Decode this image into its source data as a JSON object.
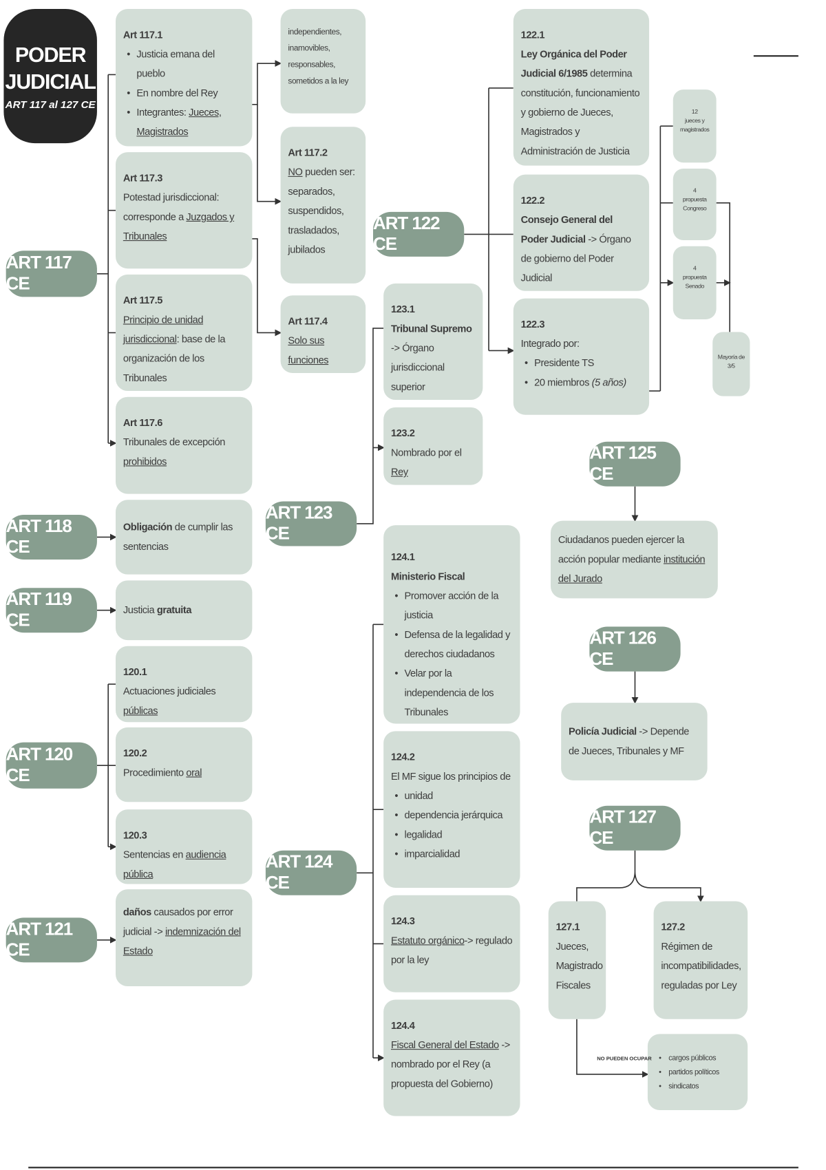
{
  "title": {
    "line1": "PODER",
    "line2": "JUDICIAL",
    "sub": "ART 117 al 127 CE"
  },
  "articles": {
    "a117": "ART 117 CE",
    "a118": "ART 118 CE",
    "a119": "ART 119 CE",
    "a120": "ART 120 CE",
    "a121": "ART 121 CE",
    "a122": "ART 122 CE",
    "a123": "ART 123 CE",
    "a124": "ART 124 CE",
    "a125": "ART 125 CE",
    "a126": "ART 126 CE",
    "a127": "ART 127 CE"
  },
  "boxes": {
    "b117_1": [
      {
        "s": [
          {
            "t": "Art 117.1",
            "b": 1
          }
        ]
      },
      {
        "li": 1,
        "s": [
          {
            "t": "Justicia emana del pueblo"
          }
        ]
      },
      {
        "li": 1,
        "s": [
          {
            "t": "En nombre del Rey"
          }
        ]
      },
      {
        "li": 1,
        "s": [
          {
            "t": "Integrantes: "
          },
          {
            "t": "Jueces, Magistrados",
            "u": 1
          }
        ]
      }
    ],
    "b117_3": [
      {
        "s": [
          {
            "t": "Art 117.3",
            "b": 1
          }
        ]
      },
      {
        "s": [
          {
            "t": "Potestad jurisdiccional: corresponde a "
          },
          {
            "t": "Juzgados y Tribunales",
            "u": 1
          }
        ]
      }
    ],
    "b117_5": [
      {
        "s": [
          {
            "t": "Art 117.5",
            "b": 1
          }
        ]
      },
      {
        "s": [
          {
            "t": "Principio de unidad jurisdiccional",
            "u": 1
          },
          {
            "t": ": base de la organización de los Tribunales"
          }
        ]
      }
    ],
    "b117_6": [
      {
        "s": [
          {
            "t": "Art 117.6",
            "b": 1
          }
        ]
      },
      {
        "s": [
          {
            "t": "Tribunales de excepción "
          },
          {
            "t": "prohibidos",
            "u": 1
          }
        ]
      }
    ],
    "b_indep": [
      {
        "s": [
          {
            "t": "independientes, inamovibles, responsables, sometidos a la ley"
          }
        ]
      }
    ],
    "b117_2": [
      {
        "s": [
          {
            "t": "Art 117.2",
            "b": 1
          }
        ]
      },
      {
        "s": [
          {
            "t": "NO",
            "u": 1
          },
          {
            "t": " pueden ser: separados, suspendidos, trasladados, jubilados"
          }
        ]
      }
    ],
    "b117_4": [
      {
        "s": [
          {
            "t": "Art 117.4",
            "b": 1
          }
        ]
      },
      {
        "s": [
          {
            "t": "Solo sus funciones",
            "u": 1
          }
        ]
      }
    ],
    "b118": [
      {
        "s": [
          {
            "t": "Obligación",
            "b": 1
          },
          {
            "t": " de cumplir las sentencias"
          }
        ]
      }
    ],
    "b119": [
      {
        "s": [
          {
            "t": "Justicia "
          },
          {
            "t": "gratuita",
            "b": 1
          }
        ]
      }
    ],
    "b120_1": [
      {
        "s": [
          {
            "t": "120.1",
            "b": 1
          }
        ]
      },
      {
        "s": [
          {
            "t": "Actuaciones judiciales "
          },
          {
            "t": "públicas",
            "u": 1
          }
        ]
      }
    ],
    "b120_2": [
      {
        "s": [
          {
            "t": "120.2",
            "b": 1
          }
        ]
      },
      {
        "s": [
          {
            "t": "Procedimiento "
          },
          {
            "t": "oral",
            "u": 1
          }
        ]
      }
    ],
    "b120_3": [
      {
        "s": [
          {
            "t": "120.3",
            "b": 1
          }
        ]
      },
      {
        "s": [
          {
            "t": "Sentencias en "
          },
          {
            "t": "audiencia pública",
            "u": 1
          }
        ]
      }
    ],
    "b121": [
      {
        "s": [
          {
            "t": "daños",
            "b": 1
          },
          {
            "t": " causados por error judicial -> "
          },
          {
            "t": "indemnización del Estado",
            "u": 1
          }
        ]
      }
    ],
    "b122_1": [
      {
        "s": [
          {
            "t": "122.1",
            "b": 1
          }
        ]
      },
      {
        "s": [
          {
            "t": "Ley Orgánica del Poder Judicial 6/1985",
            "b": 1
          },
          {
            "t": " determina constitución, funcionamiento y gobierno de Jueces, Magistrados y Administración de Justicia"
          }
        ]
      }
    ],
    "b122_2": [
      {
        "s": [
          {
            "t": "122.2",
            "b": 1
          }
        ]
      },
      {
        "s": [
          {
            "t": "Consejo General del Poder Judicial",
            "b": 1
          },
          {
            "t": " -> Órgano de gobierno del Poder Judicial"
          }
        ]
      }
    ],
    "b122_3": [
      {
        "s": [
          {
            "t": "122.3",
            "b": 1
          }
        ]
      },
      {
        "s": [
          {
            "t": "Integrado por:"
          }
        ]
      },
      {
        "li": 1,
        "s": [
          {
            "t": "Presidente TS"
          }
        ]
      },
      {
        "li": 1,
        "s": [
          {
            "t": "20 miembros "
          },
          {
            "t": "(5 años)",
            "i": 1
          }
        ]
      }
    ],
    "s12": [
      {
        "s": [
          {
            "t": "12"
          }
        ]
      },
      {
        "s": [
          {
            "t": "jueces y magistrados"
          }
        ]
      }
    ],
    "s4c": [
      {
        "s": [
          {
            "t": "4"
          }
        ]
      },
      {
        "s": [
          {
            "t": "propuesta Congreso"
          }
        ]
      }
    ],
    "s4s": [
      {
        "s": [
          {
            "t": "4"
          }
        ]
      },
      {
        "s": [
          {
            "t": "propuesta Senado"
          }
        ]
      }
    ],
    "smay": [
      {
        "s": [
          {
            "t": "Mayoría de 3/5"
          }
        ]
      }
    ],
    "b123_1": [
      {
        "s": [
          {
            "t": "123.1",
            "b": 1
          }
        ]
      },
      {
        "s": [
          {
            "t": "Tribunal Supremo",
            "b": 1
          },
          {
            "t": " -> Órgano jurisdiccional superior"
          }
        ]
      }
    ],
    "b123_2": [
      {
        "s": [
          {
            "t": "123.2",
            "b": 1
          }
        ]
      },
      {
        "s": [
          {
            "t": "Nombrado por el "
          },
          {
            "t": "Rey",
            "u": 1
          }
        ]
      }
    ],
    "b124_1": [
      {
        "s": [
          {
            "t": "124.1",
            "b": 1
          }
        ]
      },
      {
        "s": [
          {
            "t": "Ministerio Fiscal",
            "b": 1
          }
        ]
      },
      {
        "li": 1,
        "s": [
          {
            "t": "Promover acción de la justicia"
          }
        ]
      },
      {
        "li": 1,
        "s": [
          {
            "t": "Defensa de la legalidad y derechos ciudadanos"
          }
        ]
      },
      {
        "li": 1,
        "s": [
          {
            "t": "Velar por la independencia de los Tribunales"
          }
        ]
      }
    ],
    "b124_2": [
      {
        "s": [
          {
            "t": "124.2",
            "b": 1
          }
        ]
      },
      {
        "s": [
          {
            "t": "El MF sigue los principios de"
          }
        ]
      },
      {
        "li": 1,
        "s": [
          {
            "t": "unidad"
          }
        ]
      },
      {
        "li": 1,
        "s": [
          {
            "t": "dependencia jerárquica"
          }
        ]
      },
      {
        "li": 1,
        "s": [
          {
            "t": "legalidad"
          }
        ]
      },
      {
        "li": 1,
        "s": [
          {
            "t": "imparcialidad"
          }
        ]
      }
    ],
    "b124_3": [
      {
        "s": [
          {
            "t": "124.3",
            "b": 1
          }
        ]
      },
      {
        "s": [
          {
            "t": "Estatuto orgánico",
            "u": 1
          },
          {
            "t": "-> regulado por la ley"
          }
        ]
      }
    ],
    "b124_4": [
      {
        "s": [
          {
            "t": "124.4",
            "b": 1
          }
        ]
      },
      {
        "s": [
          {
            "t": "Fiscal General del Estado",
            "u": 1
          },
          {
            "t": " -> nombrado por el Rey (a propuesta del Gobierno)"
          }
        ]
      }
    ],
    "b125": [
      {
        "s": [
          {
            "t": "Ciudadanos pueden ejercer la acción popular mediante "
          },
          {
            "t": "institución del Jurado",
            "u": 1
          }
        ]
      }
    ],
    "b126": [
      {
        "s": [
          {
            "t": "Policía Judicial",
            "b": 1
          },
          {
            "t": " -> Depende de Jueces, Tribunales y MF"
          }
        ]
      }
    ],
    "b127_1": [
      {
        "s": [
          {
            "t": "127.1",
            "b": 1
          }
        ]
      },
      {
        "s": [
          {
            "t": "Jueces, Magistrado Fiscales"
          }
        ]
      }
    ],
    "b127_2": [
      {
        "s": [
          {
            "t": "127.2",
            "b": 1
          }
        ]
      },
      {
        "s": [
          {
            "t": "Régimen de incompatibilidades, reguladas por Ley"
          }
        ]
      }
    ],
    "bcargos": [
      {
        "li": 1,
        "s": [
          {
            "t": "cargos públicos"
          }
        ]
      },
      {
        "li": 1,
        "s": [
          {
            "t": "partidos políticos"
          }
        ]
      },
      {
        "li": 1,
        "s": [
          {
            "t": "sindicatos"
          }
        ]
      }
    ]
  },
  "labels": {
    "no_pueden": "NO PUEDEN OCUPAR"
  },
  "colors": {
    "box": "#d3ded7",
    "pill": "#879e8f",
    "title": "#262626"
  }
}
